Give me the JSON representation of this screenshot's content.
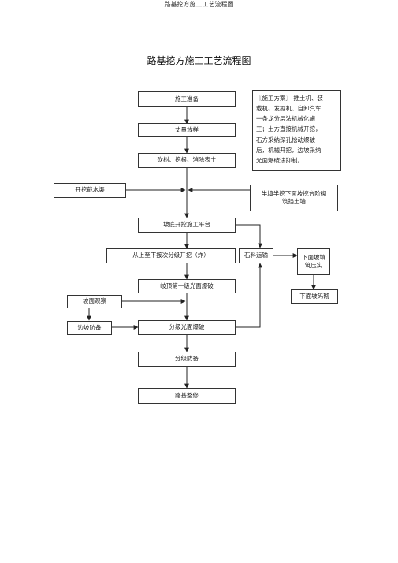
{
  "header": "路基挖方施工工艺流程图",
  "title": "路基挖方施工工艺流程图",
  "nodes": {
    "prep": "施工准备",
    "survey": "丈量放样",
    "clear": "砍树、挖根、消除表土",
    "drain": "开挖截水渠",
    "halfcut": "半填半挖下面坡挖台阶砌筑挡土墙",
    "platform": "坡底开挖施工平台",
    "layered": "从上至下按次分级开挖（炸）",
    "transport": "石料运输",
    "fill": "下面坡填筑压实",
    "slope_wall": "下面坡码砌",
    "presplit": "岐顶第一级光面爆破",
    "observe": "坡面观察",
    "protect": "边坡防备",
    "graded_blast": "分级光面爆破",
    "graded_protect": "分级防备",
    "finish": "路基整修"
  },
  "plan_note": [
    "〖施工方案〗   推土机、装",
    "载机、发掘机、自卸汽车",
    "一条龙分层法机械化施",
    "工；土方直接机械开挖，",
    "石方采纳深孔松动爆破",
    "后，机械开挖，边坡采纳",
    "光面爆破法抑制。"
  ]
}
